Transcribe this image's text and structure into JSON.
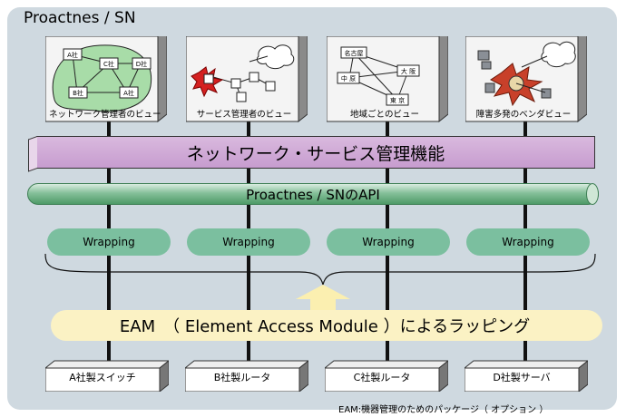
{
  "title": "Proactnes / SN",
  "views": [
    {
      "label": "ネットワーク管理者のビュー",
      "nodes": [
        "A社",
        "C社",
        "D社",
        "B社",
        "A社"
      ]
    },
    {
      "label": "サービス管理者のビュー"
    },
    {
      "label": "地域ごとのビュー",
      "nodes": [
        "名古屋",
        "大 阪",
        "中 原",
        "東 京"
      ]
    },
    {
      "label": "障害多発のベンダビュー"
    }
  ],
  "management_band": "ネットワーク・サービス管理機能",
  "api_label": "Proactnes / SNのAPI",
  "wrappings": [
    "Wrapping",
    "Wrapping",
    "Wrapping",
    "Wrapping"
  ],
  "eam_label": "EAM　（ Element Access Module ）によるラッピング",
  "devices": [
    "A社製スイッチ",
    "B社製ルータ",
    "C社製ルータ",
    "D社製サーバ"
  ],
  "footnote": "EAM:機器管理のためのパッケージ（ オプション ）",
  "colors": {
    "frame": "#cfd9e0",
    "band": "#c79ccf",
    "api": "#4e9a68",
    "wrapping": "#7bbf9f",
    "eam": "#fbf2c4",
    "arrow": "#fbefb0"
  }
}
